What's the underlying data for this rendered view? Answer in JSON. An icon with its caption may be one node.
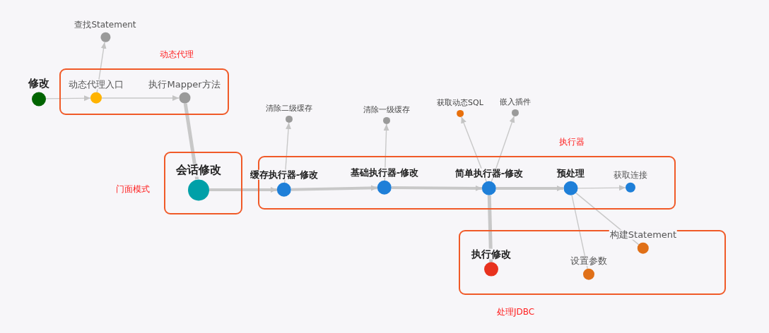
{
  "diagram": {
    "nodes": [
      {
        "text": [
          "动态代理"
        ]
      },
      {
        "text": [
          "修改"
        ]
      },
      {
        "text": [
          "动态代理入口"
        ],
        "in": 0
      },
      {
        "text": [
          "执行Mapper方法"
        ],
        "in": 0
      },
      {
        "text": [
          "查找Statement"
        ]
      },
      {
        "text": [
          "门面模式"
        ]
      },
      {
        "text": [
          "会话修改"
        ],
        "in": 5
      },
      {
        "text": [
          "执行器"
        ]
      },
      {
        "text": [
          "缓存执行器-修改"
        ],
        "in": 7
      },
      {
        "text": [
          "基础执行器-修改"
        ],
        "in": 7
      },
      {
        "text": [
          "简单执行器-修改"
        ],
        "in": 7
      },
      {
        "text": [
          "预处理"
        ],
        "in": 7
      },
      {
        "text": [
          "获取连接"
        ],
        "in": 7
      },
      {
        "text": [
          "清除二级缓存"
        ]
      },
      {
        "text": [
          "清除一级缓存"
        ]
      },
      {
        "text": [
          "获取动态SQL"
        ]
      },
      {
        "text": [
          "嵌入插件"
        ]
      },
      {
        "text": [
          "处理JDBC"
        ]
      },
      {
        "text": [
          "执行修改"
        ],
        "in": 17
      },
      {
        "text": [
          "设置参数"
        ],
        "in": 17
      },
      {
        "text": [
          "构建Statement"
        ],
        "in": 17
      }
    ],
    "edges": [
      {
        "from": 1,
        "to": 2,
        "arrow": "to"
      },
      {
        "from": 2,
        "to": 4,
        "arrow": "to"
      },
      {
        "from": 2,
        "to": 3,
        "arrow": "to"
      },
      {
        "from": 3,
        "to": 6,
        "arrow": "none",
        "style": "thick"
      },
      {
        "from": 6,
        "to": 8,
        "arrow": "to",
        "style": "thick"
      },
      {
        "from": 8,
        "to": 13,
        "arrow": "to"
      },
      {
        "from": 8,
        "to": 9,
        "arrow": "to",
        "style": "thick"
      },
      {
        "from": 9,
        "to": 14,
        "arrow": "to"
      },
      {
        "from": 9,
        "to": 10,
        "arrow": "to",
        "style": "thick"
      },
      {
        "from": 10,
        "to": 15,
        "arrow": "to"
      },
      {
        "from": 10,
        "to": 16,
        "arrow": "to"
      },
      {
        "from": 10,
        "to": 11,
        "arrow": "to",
        "style": "thick"
      },
      {
        "from": 10,
        "to": 18,
        "arrow": "none",
        "style": "thick"
      },
      {
        "from": 11,
        "to": 12,
        "arrow": "to"
      },
      {
        "from": 11,
        "to": 19,
        "arrow": "none"
      },
      {
        "from": 11,
        "to": 20,
        "arrow": "none"
      }
    ]
  }
}
